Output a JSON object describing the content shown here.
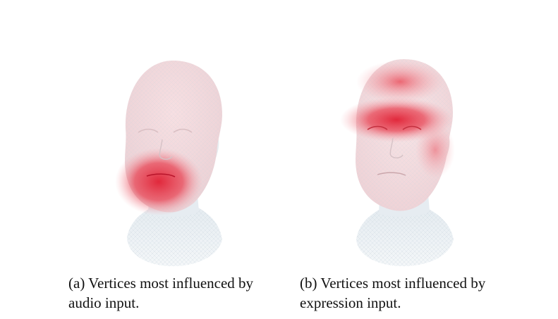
{
  "figure": {
    "panels": [
      {
        "caption": "(a) Vertices most influenced by audio input.",
        "highlight_region": "mouth-and-jaw",
        "highlight_color": "#e8283a"
      },
      {
        "caption": "(b) Vertices most influenced by expression input.",
        "highlight_region": "forehead-and-brows",
        "highlight_color": "#e8283a"
      }
    ],
    "base_mesh_color": "#e9eef3"
  }
}
